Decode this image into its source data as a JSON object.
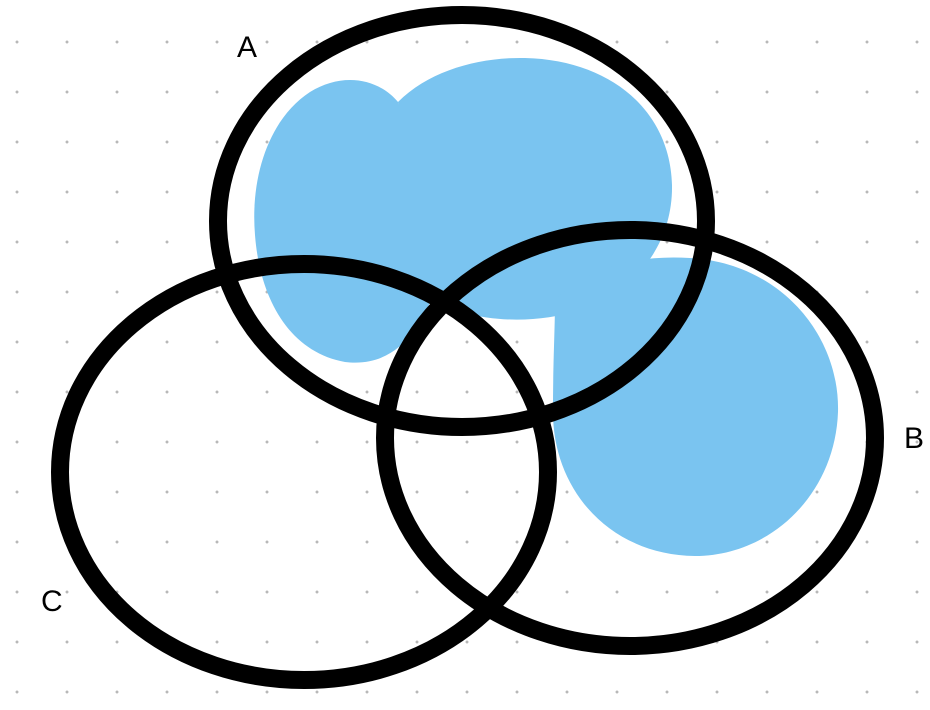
{
  "diagram": {
    "type": "venn",
    "sets": [
      {
        "name": "A"
      },
      {
        "name": "B"
      },
      {
        "name": "C"
      }
    ]
  },
  "colors": {
    "outline": "#000000",
    "shade": "#7AC4F0",
    "dots": "#b8b8b8",
    "background": "#ffffff"
  }
}
